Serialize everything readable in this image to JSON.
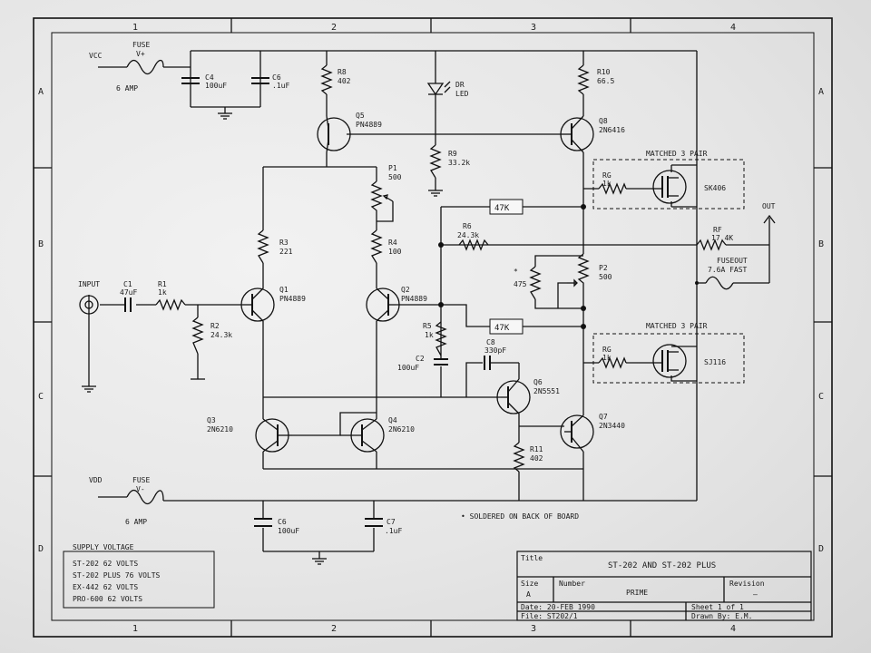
{
  "border": {
    "col_labels": [
      "1",
      "2",
      "3",
      "4"
    ],
    "row_labels": [
      "A",
      "B",
      "C",
      "D"
    ]
  },
  "components": {
    "vcc": "VCC",
    "fuse_top": {
      "name": "FUSE",
      "sub": "V+",
      "rating": "6 AMP"
    },
    "c4": {
      "name": "C4",
      "value": "100uF"
    },
    "c6_top": {
      "name": "C6",
      "value": ".1uF"
    },
    "r8": {
      "name": "R8",
      "value": "402"
    },
    "dr": {
      "name": "DR",
      "value": "LED"
    },
    "r10": {
      "name": "R10",
      "value": "66.5"
    },
    "q5": {
      "name": "Q5",
      "value": "PN4889"
    },
    "q8": {
      "name": "Q8",
      "value": "2N6416"
    },
    "r9": {
      "name": "R9",
      "value": "33.2k"
    },
    "p1": {
      "name": "P1",
      "value": "500"
    },
    "matched_top": "MATCHED 3 PAIR",
    "rg_top": {
      "name": "RG",
      "value": "1k"
    },
    "sk406": "SK406",
    "box_47k_top": "47K",
    "out": "OUT",
    "r6": {
      "name": "R6",
      "value": "24.3k"
    },
    "rf": {
      "name": "RF",
      "value": "17.4K"
    },
    "r3": {
      "name": "R3",
      "value": "221"
    },
    "r4": {
      "name": "R4",
      "value": "100"
    },
    "fuseout": {
      "name": "FUSEOUT",
      "rating": "7.6A FAST"
    },
    "input": "INPUT",
    "c1": {
      "name": "C1",
      "value": "47uF"
    },
    "r1": {
      "name": "R1",
      "value": "1k"
    },
    "q1": {
      "name": "Q1",
      "value": "PN4889"
    },
    "q2": {
      "name": "Q2",
      "value": "PN4889"
    },
    "asterisk": "*",
    "r475": "475",
    "p2": {
      "name": "P2",
      "value": "500"
    },
    "r2": {
      "name": "R2",
      "value": "24.3k"
    },
    "r5": {
      "name": "R5",
      "value": "1k"
    },
    "box_47k_bot": "47K",
    "matched_bot": "MATCHED 3 PAIR",
    "c8": {
      "name": "C8",
      "value": "330pF"
    },
    "c2": {
      "name": "C2",
      "value": "100uF"
    },
    "rg_bot": {
      "name": "RG",
      "value": "1k"
    },
    "sj116": "SJ116",
    "q6": {
      "name": "Q6",
      "value": "2N5551"
    },
    "q3": {
      "name": "Q3",
      "value": "2N6210"
    },
    "q4": {
      "name": "Q4",
      "value": "2N6210"
    },
    "q7": {
      "name": "Q7",
      "value": "2N3440"
    },
    "r11": {
      "name": "R11",
      "value": "402"
    },
    "vdd": "VDD",
    "fuse_bot": {
      "name": "FUSE",
      "sub": "V-",
      "rating": "6 AMP"
    },
    "soldered_note": "•  SOLDERED ON BACK OF BOARD",
    "c6_bot": {
      "name": "C6",
      "value": "100uF"
    },
    "c7": {
      "name": "C7",
      "value": ".1uF"
    }
  },
  "supply_table": {
    "title": "SUPPLY VOLTAGE",
    "rows": [
      "ST-202 62 VOLTS",
      "ST-202 PLUS 76 VOLTS",
      "EX-442 62 VOLTS",
      "PRO-600 62 VOLTS"
    ]
  },
  "title_block": {
    "title_label": "Title",
    "title_value": "ST-202 AND ST-202 PLUS",
    "size_label": "Size",
    "size_value": "A",
    "number_label": "Number",
    "number_value": "PRIME",
    "revision_label": "Revision",
    "revision_value": "—",
    "date": "Date: 20-FEB  1990",
    "file": "File: ST202/1",
    "sheet": "Sheet   1 of 1",
    "drawn": "Drawn By:  E.M."
  }
}
